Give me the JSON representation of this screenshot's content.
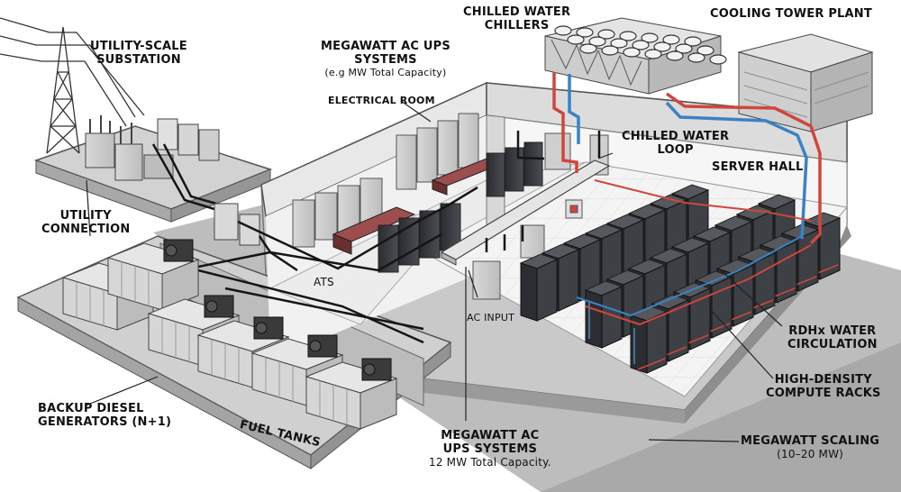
{
  "labels": {
    "substation": [
      "UTILITY-SCALE",
      "SUBSTATION"
    ],
    "utility_connection": [
      "UTILITY",
      "CONNECTION"
    ],
    "ups_top": {
      "line1": "MEGAWATT AC UPS",
      "line2": "SYSTEMS",
      "note": "(e.g MW Total Capacity)"
    },
    "electrical_room": "ELECTRICAL ROOM",
    "chillers": [
      "CHILLED WATER",
      "CHILLERS"
    ],
    "cooling_tower": "COOLING TOWER PLANT",
    "chilled_loop": [
      "CHILLED WATER",
      "LOOP"
    ],
    "server_hall": "SERVER HALL",
    "ats": "ATS",
    "ac_input": "AC INPUT",
    "generators": [
      "BACKUP DIESEL",
      "GENERATORS (N+1)"
    ],
    "fuel_tanks": "FUEL TANKS",
    "ups_bottom": {
      "line1": "MEGAWATT AC",
      "line2": "UPS SYSTEMS",
      "note": "12 MW Total Capacity."
    },
    "rdhx": [
      "RDHx WATER",
      "CIRCULATION"
    ],
    "racks": [
      "HIGH-DENSITY",
      "COMPUTE RACKS"
    ],
    "scaling": {
      "line1": "MEGAWATT SCALING",
      "note": "(10–20 MW)"
    }
  },
  "colors": {
    "supply_pipe": "#d0463c",
    "return_pipe": "#3b82c4",
    "power_cable": "#151515",
    "concrete": "#cfcfcf"
  }
}
